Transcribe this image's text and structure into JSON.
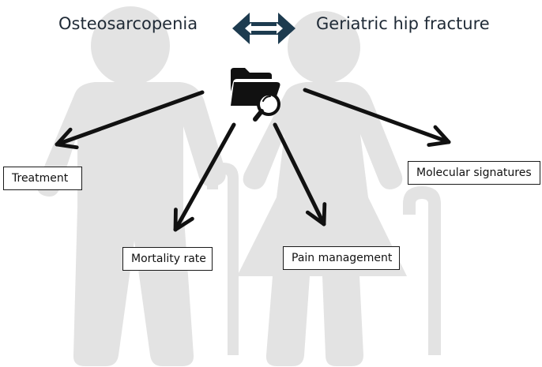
{
  "header": {
    "left_label": "Osteosarcopenia",
    "right_label": "Geriatric hip fracture",
    "connector_icon": "double-arrow-icon"
  },
  "center": {
    "icon": "folder-search-icon"
  },
  "topics": [
    {
      "id": "treatment",
      "label": "Treatment"
    },
    {
      "id": "mortality",
      "label": "Mortality rate"
    },
    {
      "id": "pain",
      "label": "Pain management"
    },
    {
      "id": "molecular",
      "label": "Molecular signatures"
    }
  ],
  "background": {
    "icon": "elderly-couple-with-canes-icon"
  },
  "colors": {
    "silhouette": "#e3e3e3",
    "arrow": "#111111",
    "double_arrow_fill": "#1d3b4f",
    "heading_text": "#1f2a36"
  }
}
